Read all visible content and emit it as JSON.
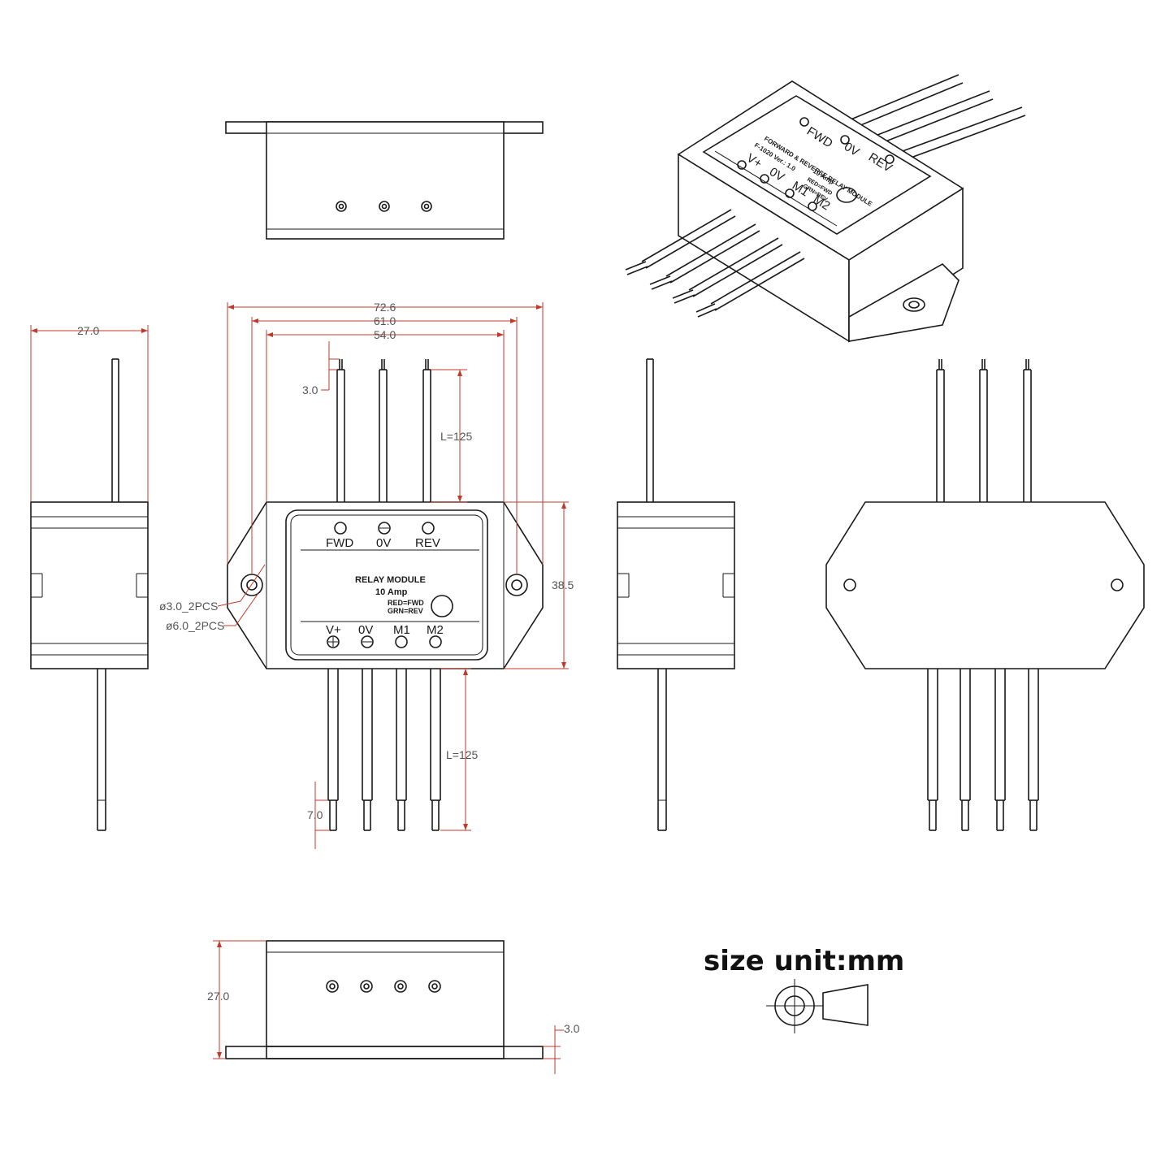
{
  "dimensions": {
    "width_outer": "72.6",
    "width_holes": "61.0",
    "width_body": "54.0",
    "side_depth": "27.0",
    "wire_tip_top": "3.0",
    "wire_length_top": "L=125",
    "wire_length_bottom": "L=125",
    "wire_tip_bottom": "7.0",
    "height": "38.5",
    "hole_inner": "ø3.0_2PCS",
    "hole_outer": "ø6.0_2PCS",
    "bottom_height": "27.0",
    "flange_thickness": "3.0"
  },
  "front_label": {
    "top_terminals": [
      "FWD",
      "0V",
      "REV"
    ],
    "title": "RELAY MODULE",
    "rating": "10 Amp",
    "led_note_1": "RED=FWD",
    "led_note_2": "GRN=REV",
    "bottom_terminals": [
      "V+",
      "0V",
      "M1",
      "M2"
    ]
  },
  "iso_label": {
    "top_terminals": [
      "FWD",
      "0V",
      "REV"
    ],
    "title": "FORWARD & REVERSE RELAY MODULE",
    "model": "F-1020 Ver.: 1.0",
    "rating": "10 Amp",
    "led_note_1": "RED=FWD",
    "led_note_2": "GRN=REV",
    "bottom_terminals": [
      "V+",
      "0V",
      "M1",
      "M2"
    ]
  },
  "unit_note": "size unit:mm",
  "colors": {
    "dimension": "#c0392b",
    "line": "#1a1a1a"
  }
}
